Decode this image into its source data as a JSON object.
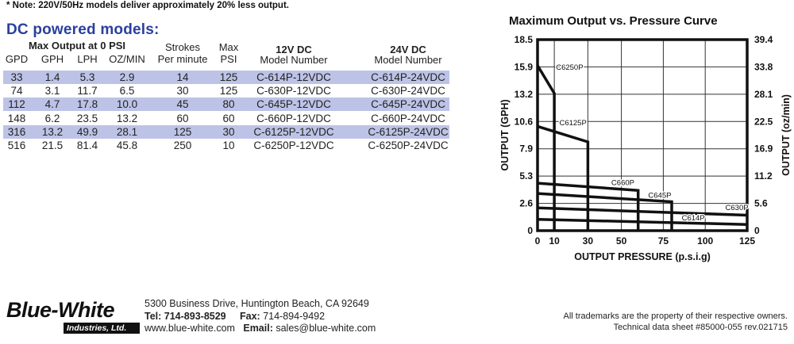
{
  "note": "* Note: 220V/50Hz models deliver approximately 20% less output.",
  "section_title": "DC powered models:",
  "table": {
    "group_header": "Max Output at 0 PSI",
    "headers": {
      "gpd": "GPD",
      "gph": "GPH",
      "lph": "LPH",
      "ozmin": "OZ/MIN",
      "strokes_1": "Strokes",
      "strokes_2": "Per minute",
      "max_1": "Max",
      "max_2": "PSI",
      "dc12_1": "12V DC",
      "dc12_2": "Model Number",
      "dc24_1": "24V DC",
      "dc24_2": "Model Number"
    },
    "rows": [
      {
        "gpd": "33",
        "gph": "1.4",
        "lph": "5.3",
        "ozmin": "2.9",
        "strokes": "14",
        "psi": "125",
        "m12": "C-614P-12VDC",
        "m24": "C-614P-24VDC"
      },
      {
        "gpd": "74",
        "gph": "3.1",
        "lph": "11.7",
        "ozmin": "6.5",
        "strokes": "30",
        "psi": "125",
        "m12": "C-630P-12VDC",
        "m24": "C-630P-24VDC"
      },
      {
        "gpd": "112",
        "gph": "4.7",
        "lph": "17.8",
        "ozmin": "10.0",
        "strokes": "45",
        "psi": "80",
        "m12": "C-645P-12VDC",
        "m24": "C-645P-24VDC"
      },
      {
        "gpd": "148",
        "gph": "6.2",
        "lph": "23.5",
        "ozmin": "13.2",
        "strokes": "60",
        "psi": "60",
        "m12": "C-660P-12VDC",
        "m24": "C-660P-24VDC"
      },
      {
        "gpd": "316",
        "gph": "13.2",
        "lph": "49.9",
        "ozmin": "28.1",
        "strokes": "125",
        "psi": "30",
        "m12": "C-6125P-12VDC",
        "m24": "C-6125P-24VDC"
      },
      {
        "gpd": "516",
        "gph": "21.5",
        "lph": "81.4",
        "ozmin": "45.8",
        "strokes": "250",
        "psi": "10",
        "m12": "C-6250P-12VDC",
        "m24": "C-6250P-24VDC"
      }
    ]
  },
  "chart_data": {
    "type": "line",
    "title": "Maximum Output vs. Pressure Curve",
    "xlabel": "OUTPUT PRESSURE  (p.s.i.g)",
    "ylabel": "OUTPUT  (GPH)",
    "ylabel_right": "OUTPUT  (oz/min)",
    "xlim": [
      0,
      125
    ],
    "ylim": [
      0,
      18.5
    ],
    "x_ticks": [
      "0",
      "10",
      "30",
      "50",
      "75",
      "100",
      "125"
    ],
    "x_tick_values": [
      0,
      10,
      30,
      50,
      75,
      100,
      125
    ],
    "y_ticks_left": [
      "0",
      "2.6",
      "5.3",
      "7.9",
      "10.6",
      "13.2",
      "15.9",
      "18.5"
    ],
    "y_tick_values": [
      0,
      2.64,
      5.29,
      7.93,
      10.57,
      13.21,
      15.86,
      18.5
    ],
    "y_ticks_right": [
      "0",
      "5.6",
      "11.2",
      "16.9",
      "22.5",
      "28.1",
      "33.8",
      "39.4"
    ],
    "grid": true,
    "series": [
      {
        "name": "C6250P",
        "points": [
          [
            0,
            16.0
          ],
          [
            10,
            13.3
          ],
          [
            10,
            0
          ]
        ]
      },
      {
        "name": "C6125P",
        "points": [
          [
            0,
            10.1
          ],
          [
            30,
            8.6
          ],
          [
            30,
            0
          ]
        ]
      },
      {
        "name": "C660P",
        "points": [
          [
            0,
            4.6
          ],
          [
            60,
            3.9
          ],
          [
            60,
            0
          ]
        ]
      },
      {
        "name": "C645P",
        "points": [
          [
            0,
            3.6
          ],
          [
            80,
            2.8
          ],
          [
            80,
            0
          ]
        ]
      },
      {
        "name": "C630P",
        "points": [
          [
            0,
            2.2
          ],
          [
            125,
            1.5
          ]
        ]
      },
      {
        "name": "C614P",
        "points": [
          [
            0,
            1.1
          ],
          [
            125,
            0.6
          ]
        ]
      }
    ]
  },
  "footer": {
    "logo_main": "Blue-White",
    "logo_sub": "Industries, Ltd.",
    "address": "5300 Business Drive, Huntington Beach, CA 92649",
    "tel_label": "Tel:",
    "tel": "714-893-8529",
    "fax_label": "Fax:",
    "fax": "714-894-9492",
    "web": "www.blue-white.com",
    "email_label": "Email:",
    "email": "sales@blue-white.com",
    "trademark": "All trademarks are the property of their respective owners.",
    "datasheet": "Technical data sheet #85000-055 rev.021715"
  }
}
